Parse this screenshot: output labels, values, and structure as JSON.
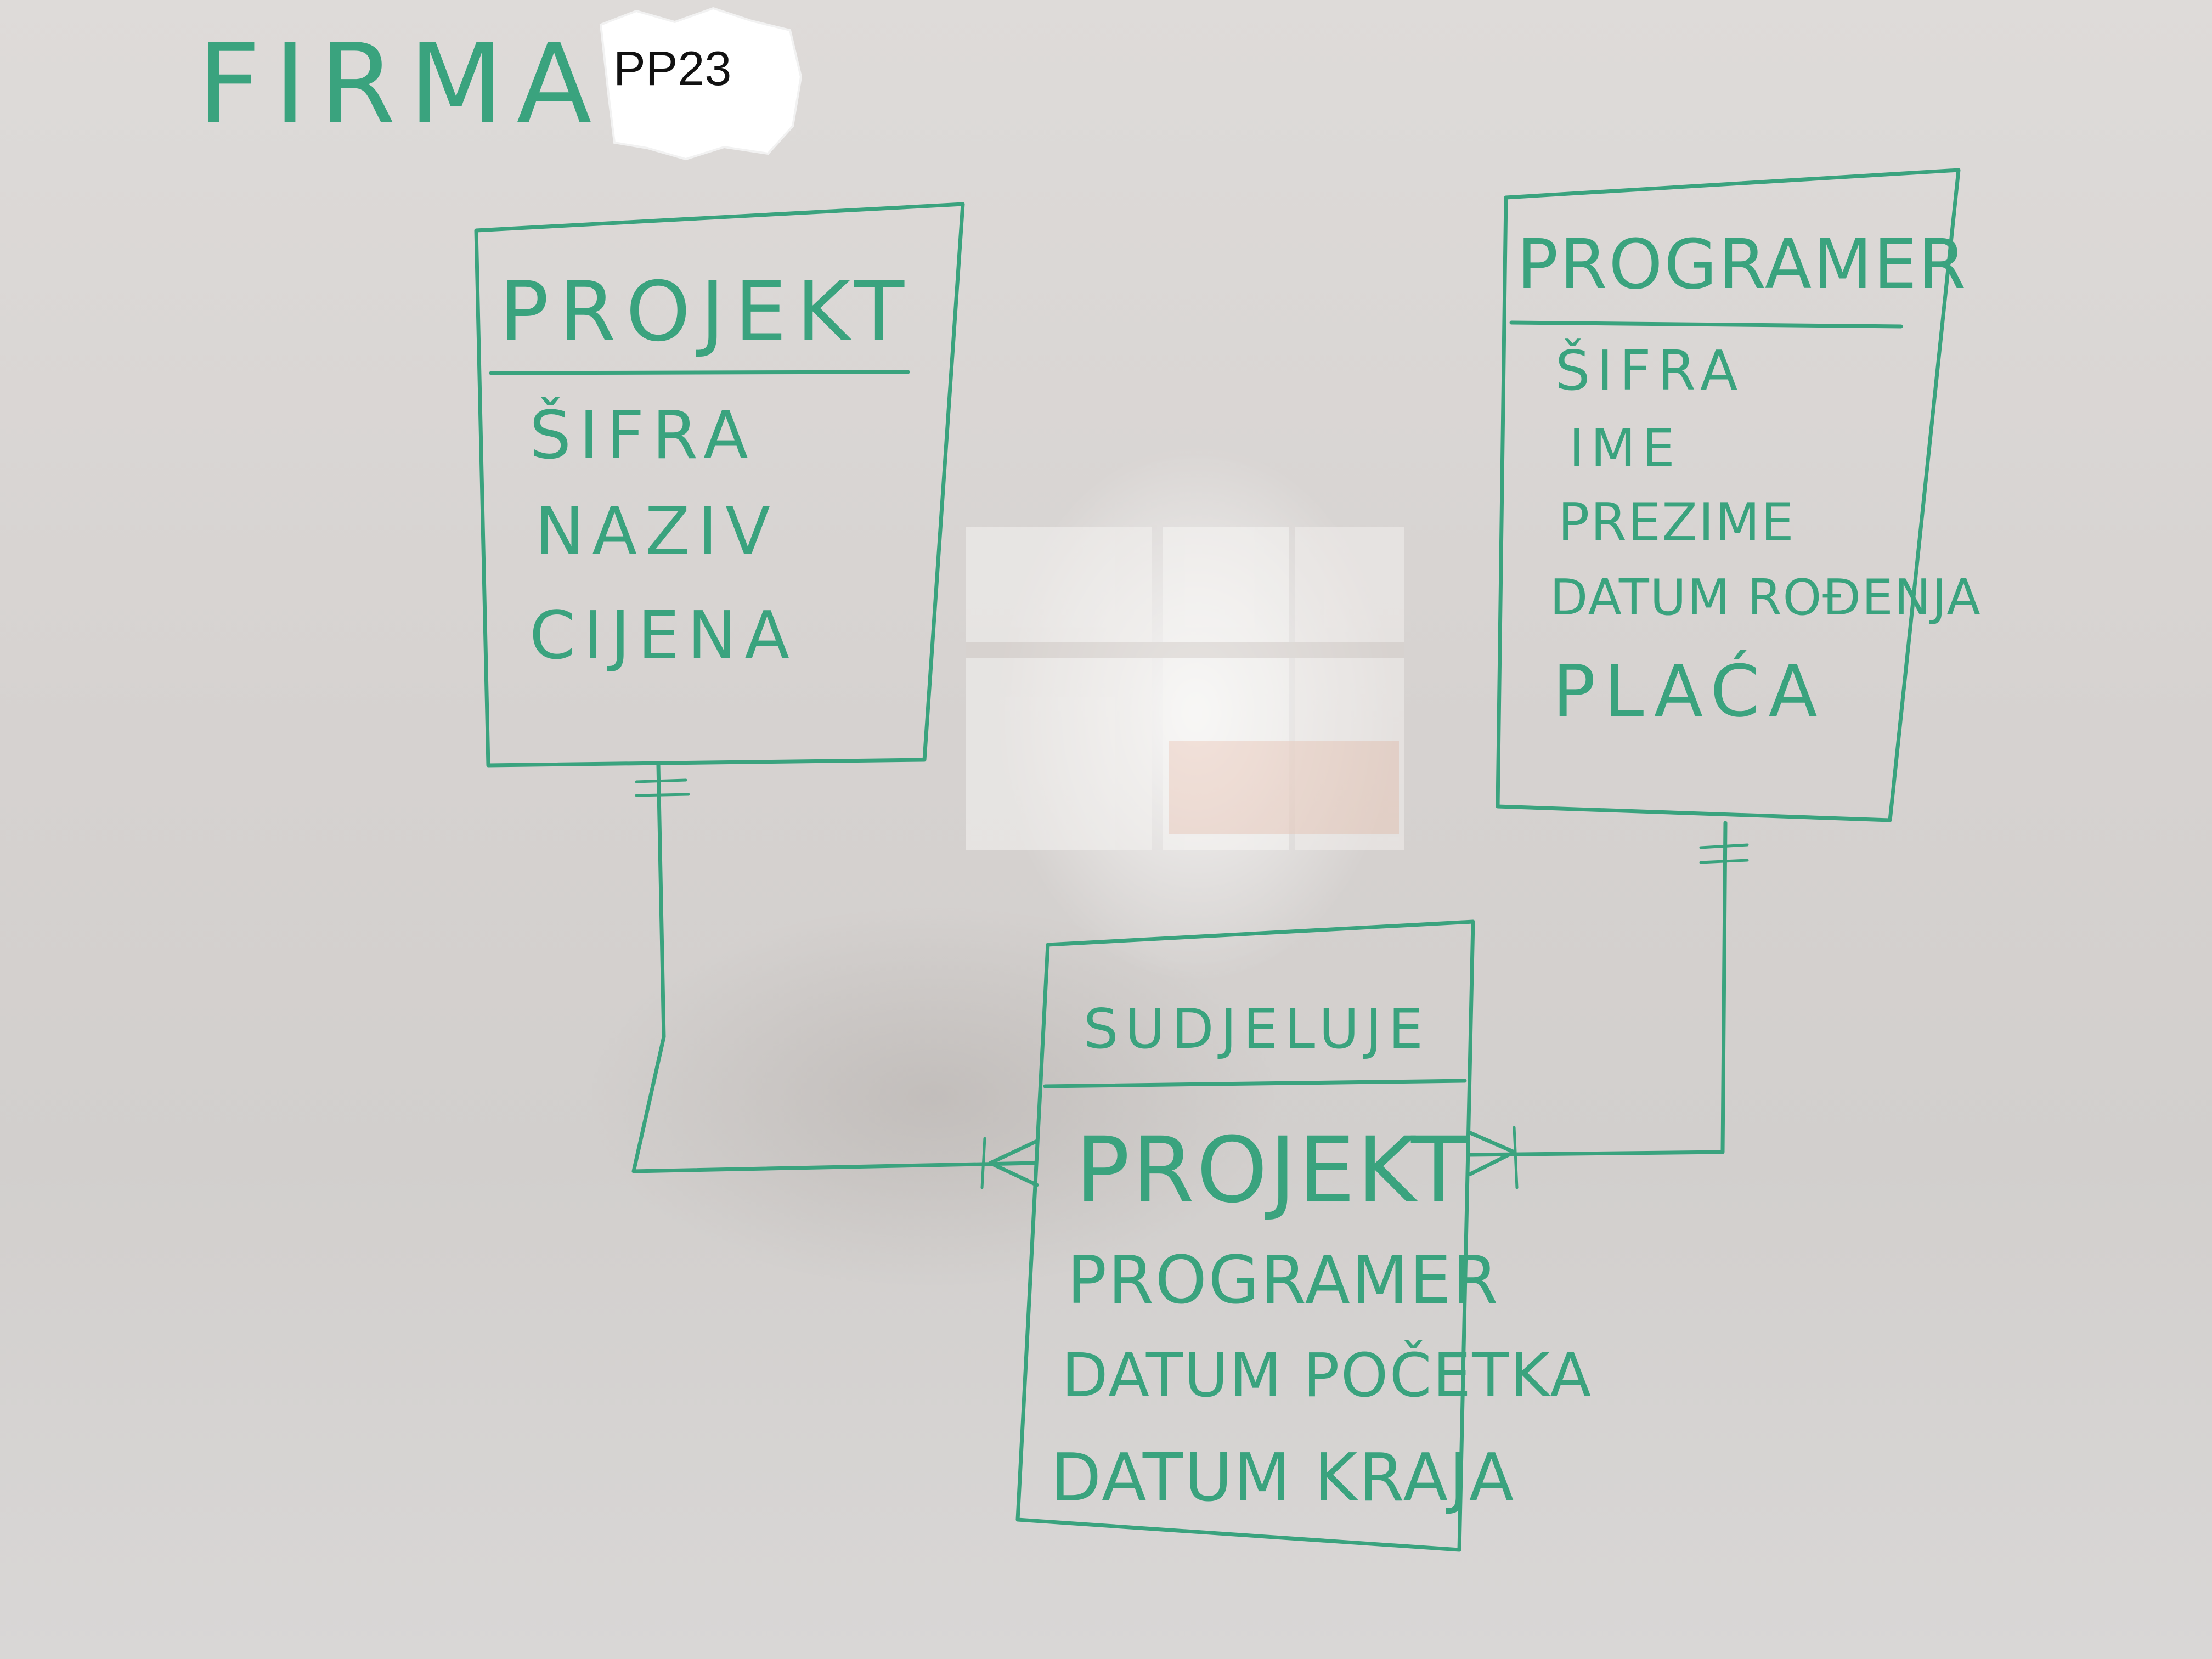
{
  "title": "FIRMA",
  "sticker": "PP23",
  "entities": [
    {
      "name": "PROJEKT",
      "attributes": [
        "ŠIFRA",
        "NAZIV",
        "CIJENA"
      ]
    },
    {
      "name": "PROGRAMER",
      "attributes": [
        "ŠIFRA",
        "IME",
        "PREZIME",
        "DATUM ROĐENJA",
        "PLAĆA"
      ]
    },
    {
      "name": "SUDJELUJE",
      "attributes": [
        "PROJEKT",
        "PROGRAMER",
        "DATUM POČETKA",
        "DATUM KRAJA"
      ]
    }
  ],
  "relationships": [
    {
      "from": "PROJEKT",
      "to": "SUDJELUJE",
      "from_cardinality": "one",
      "to_cardinality": "many"
    },
    {
      "from": "PROGRAMER",
      "to": "SUDJELUJE",
      "from_cardinality": "one",
      "to_cardinality": "many"
    }
  ],
  "colors": {
    "marker": "#3aa37e",
    "board": "#d8d5d3",
    "sticker": "#ffffff"
  }
}
